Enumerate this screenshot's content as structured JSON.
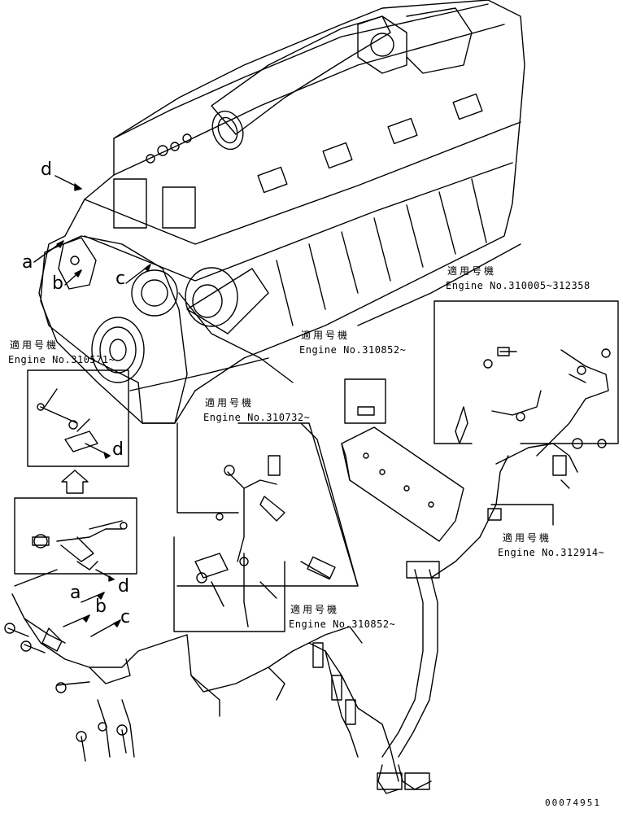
{
  "applicability_labels": [
    {
      "jp": "適用号機",
      "engine": "Engine No.310005~312358"
    },
    {
      "jp": "適用号機",
      "engine": "Engine No.310571~"
    },
    {
      "jp": "適用号機",
      "engine": "Engine No.310852~"
    },
    {
      "jp": "適用号機",
      "engine": "Engine No.310732~"
    },
    {
      "jp": "適用号機",
      "engine": "Engine No.312914~"
    },
    {
      "jp": "適用号機",
      "engine": "Engine No.310852~"
    }
  ],
  "callout_letters": {
    "a": "a",
    "b": "b",
    "c": "c",
    "d": "d"
  },
  "drawing_number": "00074951",
  "colors": {
    "line": "#000000",
    "background": "#ffffff"
  }
}
